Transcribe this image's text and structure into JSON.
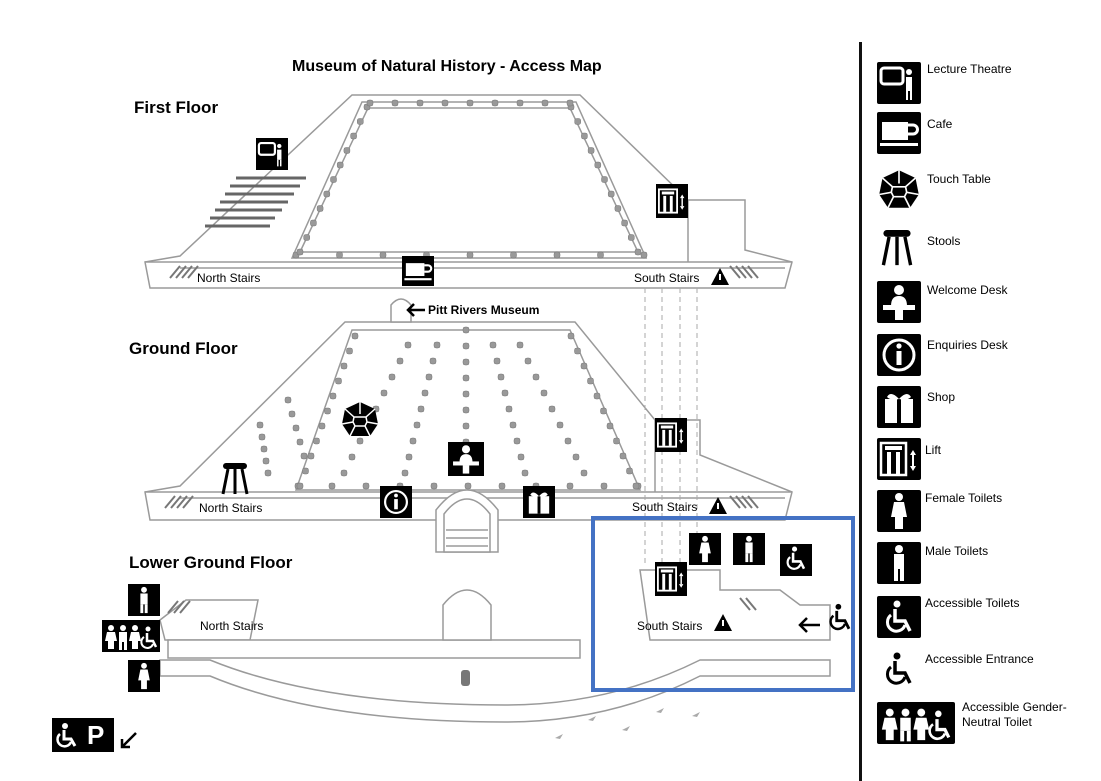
{
  "title": "Museum of Natural History - Access Map",
  "floors": {
    "first": "First Floor",
    "ground": "Ground Floor",
    "lower_ground": "Lower Ground Floor"
  },
  "labels": {
    "first_north_stairs": "North Stairs",
    "first_south_stairs": "South Stairs",
    "ground_north_stairs": "North Stairs",
    "ground_south_stairs": "South Stairs",
    "lower_north_stairs": "North Stairs",
    "lower_south_stairs": "South Stairs",
    "pitt_rivers": "Pitt Rivers Museum"
  },
  "parking_letter": "P",
  "legend": [
    {
      "label": "Lecture Theatre",
      "icon": "lecture-theatre-icon"
    },
    {
      "label": "Cafe",
      "icon": "cafe-icon"
    },
    {
      "label": "Touch Table",
      "icon": "touch-table-icon"
    },
    {
      "label": "Stools",
      "icon": "stool-icon"
    },
    {
      "label": "Welcome Desk",
      "icon": "welcome-desk-icon"
    },
    {
      "label": "Enquiries Desk",
      "icon": "info-icon"
    },
    {
      "label": "Shop",
      "icon": "gift-icon"
    },
    {
      "label": "Lift",
      "icon": "lift-icon"
    },
    {
      "label": "Female Toilets",
      "icon": "female-toilet-icon"
    },
    {
      "label": "Male Toilets",
      "icon": "male-toilet-icon"
    },
    {
      "label": "Accessible Toilets",
      "icon": "accessible-toilet-icon"
    },
    {
      "label": "Accessible Entrance",
      "icon": "accessible-entrance-icon"
    },
    {
      "label": "Accessible Gender-Neutral Toilet",
      "icon": "gender-neutral-toilet-icon"
    }
  ],
  "colors": {
    "highlight": "#4472c4",
    "floor_outline": "#9a9a9a",
    "icon_bg": "#000000"
  }
}
